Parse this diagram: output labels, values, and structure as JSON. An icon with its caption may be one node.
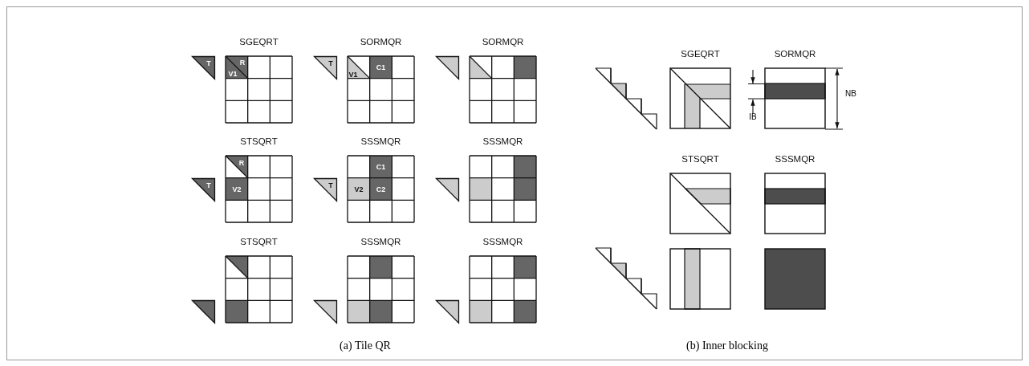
{
  "diagram": {
    "nodes": [
      {
        "text": [
          "T"
        ]
      },
      {
        "text": [
          "SGEQRT",
          "R",
          "V1"
        ]
      },
      {
        "text": [
          "T"
        ]
      },
      {
        "text": [
          "SORMQR",
          "V1",
          "C1"
        ]
      },
      {
        "text": [],
        "shape": "triangle"
      },
      {
        "text": [
          "SORMQR"
        ]
      },
      {
        "text": [
          "T"
        ]
      },
      {
        "text": [
          "STSQRT",
          "R",
          "V2"
        ]
      },
      {
        "text": [
          "T"
        ]
      },
      {
        "text": [
          "SSSMQR",
          "C1",
          "V2",
          "C2"
        ]
      },
      {
        "text": [],
        "shape": "triangle"
      },
      {
        "text": [
          "SSSMQR"
        ]
      },
      {
        "text": [],
        "shape": "triangle"
      },
      {
        "text": [
          "STSQRT"
        ]
      },
      {
        "text": [],
        "shape": "triangle"
      },
      {
        "text": [
          "SSSMQR"
        ]
      },
      {
        "text": [],
        "shape": "triangle"
      },
      {
        "text": [
          "SSSMQR"
        ]
      },
      {
        "text": [
          "SGEQRT"
        ]
      },
      {
        "text": [
          "SORMQR"
        ]
      },
      {
        "text": [
          "STSQRT"
        ]
      },
      {
        "text": [
          "SSSMQR"
        ]
      },
      {
        "text": [],
        "shape": "box"
      },
      {
        "text": [],
        "shape": "box"
      }
    ],
    "edges": [],
    "labels": [
      "NB",
      "IB",
      "(a) Tile QR",
      "(b) Inner blocking"
    ]
  }
}
